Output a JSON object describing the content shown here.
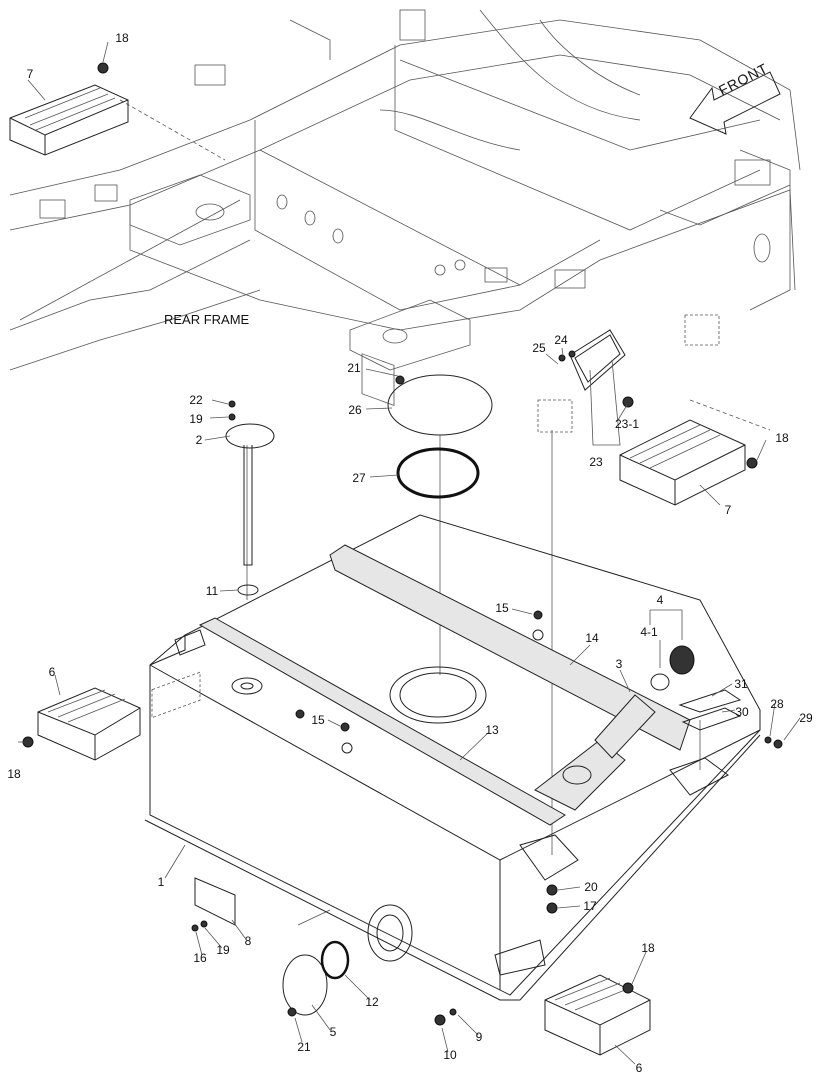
{
  "diagram": {
    "frame_label": "REAR FRAME",
    "direction_label": "FRONT",
    "parts": [
      {
        "ref": "18"
      },
      {
        "ref": "7"
      },
      {
        "ref": "24"
      },
      {
        "ref": "25"
      },
      {
        "ref": "23-1"
      },
      {
        "ref": "23"
      },
      {
        "ref": "18"
      },
      {
        "ref": "7"
      },
      {
        "ref": "21"
      },
      {
        "ref": "26"
      },
      {
        "ref": "22"
      },
      {
        "ref": "19"
      },
      {
        "ref": "2"
      },
      {
        "ref": "27"
      },
      {
        "ref": "11"
      },
      {
        "ref": "15"
      },
      {
        "ref": "4"
      },
      {
        "ref": "4-1"
      },
      {
        "ref": "14"
      },
      {
        "ref": "3"
      },
      {
        "ref": "31"
      },
      {
        "ref": "30"
      },
      {
        "ref": "28"
      },
      {
        "ref": "29"
      },
      {
        "ref": "6"
      },
      {
        "ref": "18"
      },
      {
        "ref": "15"
      },
      {
        "ref": "13"
      },
      {
        "ref": "1"
      },
      {
        "ref": "20"
      },
      {
        "ref": "17"
      },
      {
        "ref": "8"
      },
      {
        "ref": "19"
      },
      {
        "ref": "16"
      },
      {
        "ref": "12"
      },
      {
        "ref": "5"
      },
      {
        "ref": "21"
      },
      {
        "ref": "9"
      },
      {
        "ref": "10"
      },
      {
        "ref": "18"
      },
      {
        "ref": "6"
      }
    ]
  }
}
